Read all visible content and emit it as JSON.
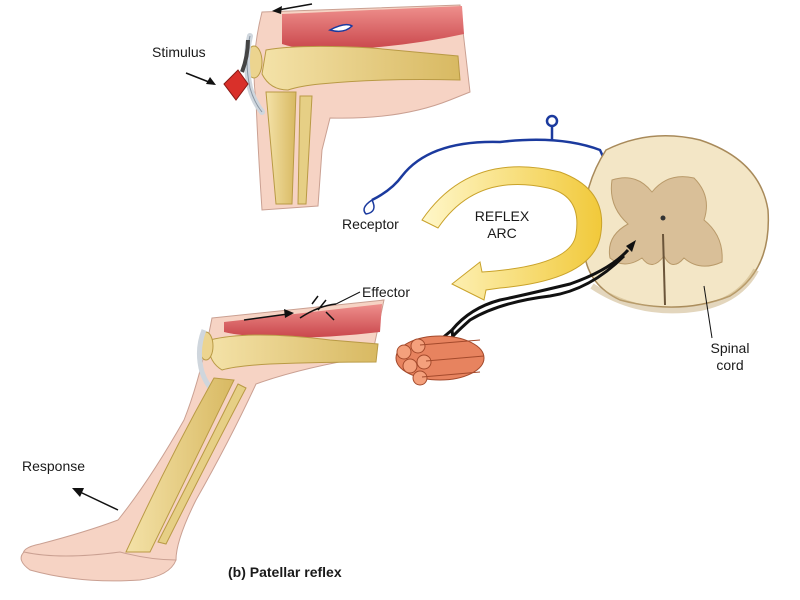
{
  "labels": {
    "stimulus": "Stimulus",
    "receptor": "Receptor",
    "reflex_arc_line1": "REFLEX",
    "reflex_arc_line2": "ARC",
    "effector": "Effector",
    "spinal_cord_line1": "Spinal",
    "spinal_cord_line2": "cord",
    "response": "Response",
    "caption": "(b) Patellar reflex"
  },
  "colors": {
    "skin": "#f6d3c4",
    "skin_dark": "#e3a997",
    "bone": "#e9d28a",
    "bone_dark": "#b99a45",
    "muscle": "#d9555a",
    "muscle_light": "#ee8f8c",
    "sensory_neuron": "#1b3a9e",
    "motor_neuron": "#111111",
    "reflex_arrow": "#f5d24a",
    "reflex_arrow_light": "#fff2a8",
    "hammer": "#d9302a",
    "spinal_white": "#f3e6c6",
    "spinal_gray": "#d9bf98",
    "muscle_fiber": "#e7835f"
  }
}
